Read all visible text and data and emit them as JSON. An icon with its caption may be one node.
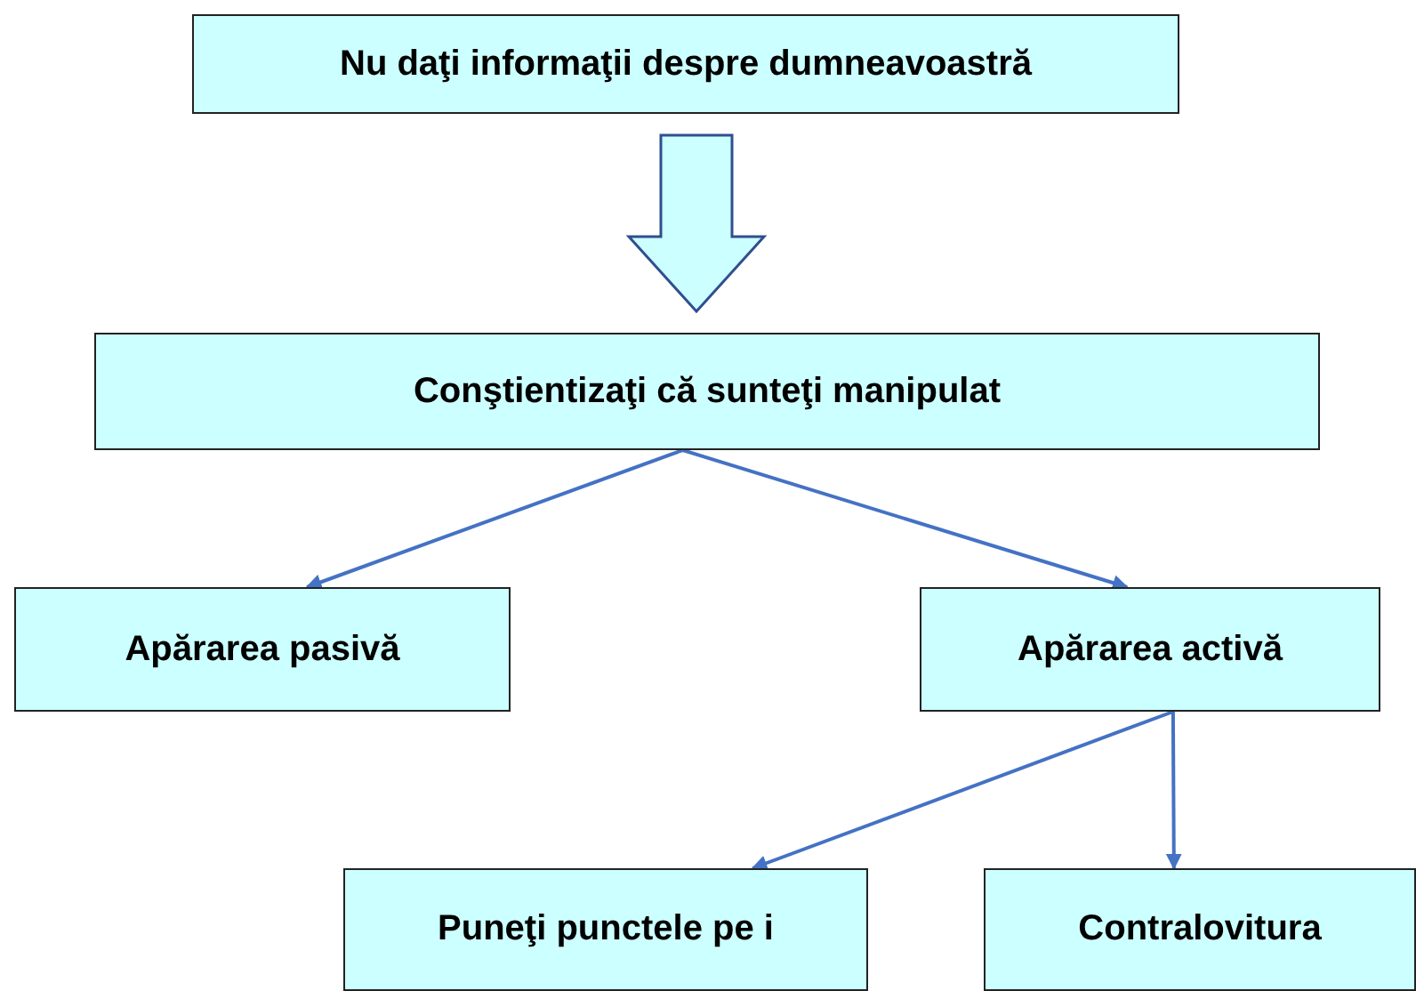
{
  "diagram": {
    "nodes": [
      {
        "text": [
          "Nu daţi informaţii despre dumneavoastră"
        ]
      },
      {
        "text": [
          "Conştientizaţi că sunteţi manipulat"
        ]
      },
      {
        "text": [
          "Apărarea pasivă"
        ]
      },
      {
        "text": [
          "Apărarea activă"
        ]
      },
      {
        "text": [
          "Puneţi punctele pe i"
        ]
      },
      {
        "text": [
          "Contralovitura"
        ]
      }
    ],
    "edges": [
      {
        "from": 0,
        "to": 1,
        "arrow": "to",
        "style": "thick"
      },
      {
        "from": 1,
        "to": 2,
        "arrow": "to"
      },
      {
        "from": 1,
        "to": 3,
        "arrow": "to"
      },
      {
        "from": 3,
        "to": 4,
        "arrow": "to"
      },
      {
        "from": 3,
        "to": 5,
        "arrow": "to"
      }
    ]
  }
}
